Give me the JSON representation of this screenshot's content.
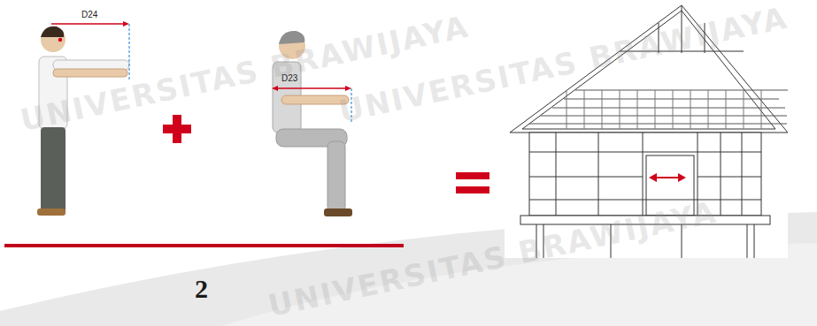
{
  "diagram": {
    "labels": [
      "D24",
      "D23",
      "2",
      "UNIVERSITAS BRAWIJAYA",
      "UNIVERSITAS BRAWIJAYA",
      "UNIVERSITAS BRAWIJAYA"
    ]
  }
}
